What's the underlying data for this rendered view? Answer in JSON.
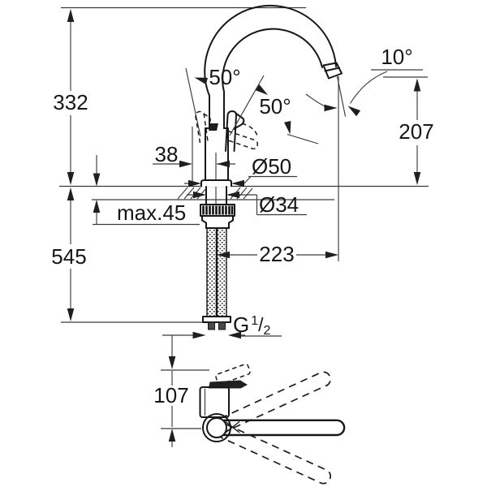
{
  "drawing": {
    "background": "#ffffff",
    "object_line_color": "#171717",
    "dimension_line_color": "#3a3a3a",
    "dims": {
      "height_above_deck": "332",
      "hose_length_below_deck": "545",
      "handle_offset": "38",
      "max_deck_thickness": "max.45",
      "base_diameter": "Ø50",
      "shank_diameter": "Ø34",
      "spout_reach": "223",
      "outlet_height": "207",
      "outlet_angle": "10°",
      "handle_swing_left": "50°",
      "handle_swing_right": "50°",
      "spout_axis_offset": "107",
      "thread_g": "G",
      "thread_num": "1",
      "thread_slash": "/",
      "thread_den": "2"
    }
  }
}
